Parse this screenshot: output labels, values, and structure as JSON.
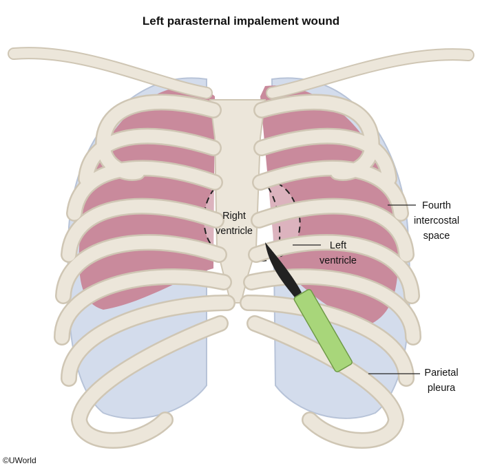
{
  "title": "Left parasternal impalement wound",
  "labels": {
    "right_ventricle": [
      "Right",
      "ventricle"
    ],
    "left_ventricle": [
      "Left",
      "ventricle"
    ],
    "fourth_intercostal_space": [
      "Fourth",
      "intercostal",
      "space"
    ],
    "parietal_pleura": [
      "Parietal",
      "pleura"
    ]
  },
  "copyright": "©UWorld",
  "colors": {
    "lung": "#c98a9c",
    "pleura": "#c9d4e6",
    "bone": "#ece6da",
    "knife_handle": "#a8d67a",
    "blade": "#222222"
  }
}
